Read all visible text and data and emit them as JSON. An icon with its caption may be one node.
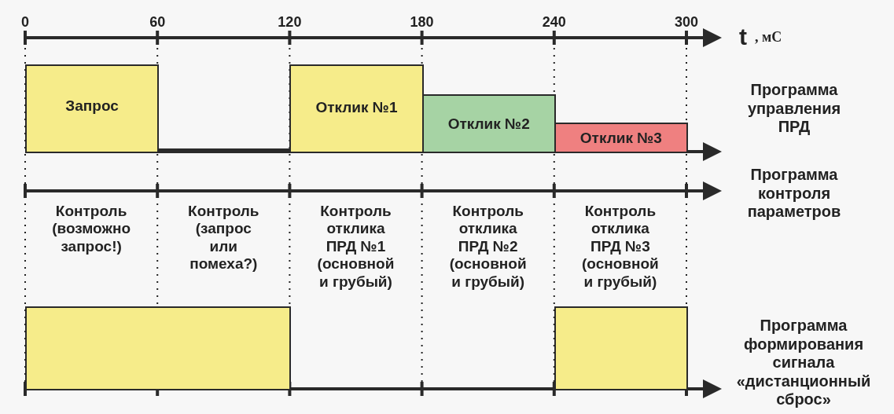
{
  "diagram": {
    "nodes": [
      {
        "text": [
          "Запрос"
        ]
      },
      {
        "text": [
          "Отклик №1"
        ]
      },
      {
        "text": [
          "Отклик №2"
        ]
      },
      {
        "text": [
          "Отклик №3"
        ]
      },
      {
        "text": [],
        "shape": "box"
      },
      {
        "text": [],
        "shape": "box"
      }
    ],
    "labels": [
      "0",
      "60",
      "120",
      "180",
      "240",
      "300",
      "t",
      ", мС",
      "Программа управления ПРД",
      "Программа контроля параметров",
      "Контроль (возможно запрос!)",
      "Контроль (запрос или помеха?)",
      "Контроль отклика ПРД №1 (основной и грубый)",
      "Контроль отклика ПРД №2 (основной и грубый)",
      "Контроль отклика ПРД №3 (основной и грубый)",
      "Программа формирования сигнала «дистанционный сброс»"
    ]
  }
}
